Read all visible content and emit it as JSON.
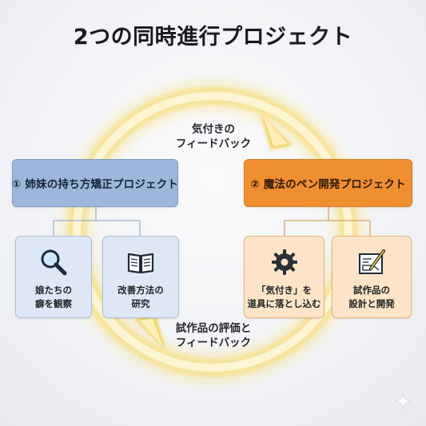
{
  "title": "2つの同時進行プロジェクト",
  "cycle": {
    "top_label": [
      "気付きの",
      "フィードバック"
    ],
    "bottom_label": [
      "試作品の評価と",
      "フィードバック"
    ]
  },
  "projects": {
    "left": {
      "label": "① 姉妹の持ち方矯正プロジェクト",
      "color": "#9db6dc",
      "cards": [
        {
          "icon": "magnifying-glass-icon",
          "lines": [
            "娘たちの",
            "癖を観察"
          ]
        },
        {
          "icon": "open-book-icon",
          "lines": [
            "改善方法の",
            "研究"
          ]
        }
      ]
    },
    "right": {
      "label": "② 魔法のペン開発プロジェクト",
      "color": "#f08f32",
      "cards": [
        {
          "icon": "gear-icon",
          "lines": [
            "「気付き」を",
            "道具に落とし込む"
          ]
        },
        {
          "icon": "blueprint-pencil-icon",
          "lines": [
            "試作品の",
            "設計と開発"
          ]
        }
      ]
    }
  },
  "colors": {
    "arrow_glow": "#f6d24a",
    "connector": "#9eb1c8",
    "left_card_bg": "#dde7f5",
    "right_card_bg": "#fde4c8"
  }
}
